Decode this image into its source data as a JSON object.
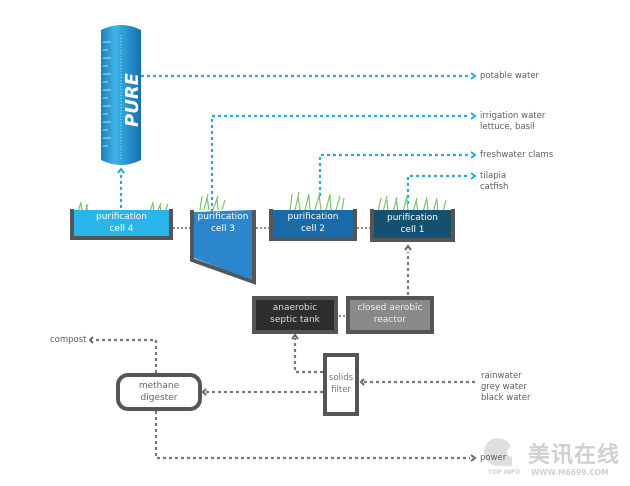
{
  "diagram": {
    "column": {
      "brand_text": "PURE"
    },
    "cells": [
      {
        "id": "cell-4",
        "line1": "purification",
        "line2": "cell 4",
        "color": "#29b4ea"
      },
      {
        "id": "cell-3",
        "line1": "purification",
        "line2": "cell 3",
        "color": "#2b86cc"
      },
      {
        "id": "cell-2",
        "line1": "purification",
        "line2": "cell 2",
        "color": "#1a6aa8"
      },
      {
        "id": "cell-1",
        "line1": "purification",
        "line2": "cell 1",
        "color": "#14506f"
      }
    ],
    "boxes": {
      "anaerobic": {
        "line1": "anaerobic",
        "line2": "septic tank"
      },
      "aerobic": {
        "line1": "closed aerobic",
        "line2": "reactor"
      },
      "solids": {
        "line1": "solids",
        "line2": "filter"
      },
      "methane": {
        "line1": "methane",
        "line2": "digester"
      }
    },
    "outputs": {
      "potable": "potable water",
      "irrigation_1": "irrigation water",
      "irrigation_2": "lettuce, basil",
      "clams": "freshwater clams",
      "fish_1": "tilapia",
      "fish_2": "catfish",
      "compost": "compost",
      "power": "power"
    },
    "inputs": {
      "line1": "rainwater",
      "line2": "grey water",
      "line3": "black water"
    },
    "colors": {
      "water_flow": "#29a8de",
      "waste_flow": "#777777",
      "frame": "#555555"
    }
  },
  "watermark": {
    "cn_text": "美讯在线",
    "url_text": "WWW.M6699.COM",
    "tag_text": "TOP INFO"
  }
}
